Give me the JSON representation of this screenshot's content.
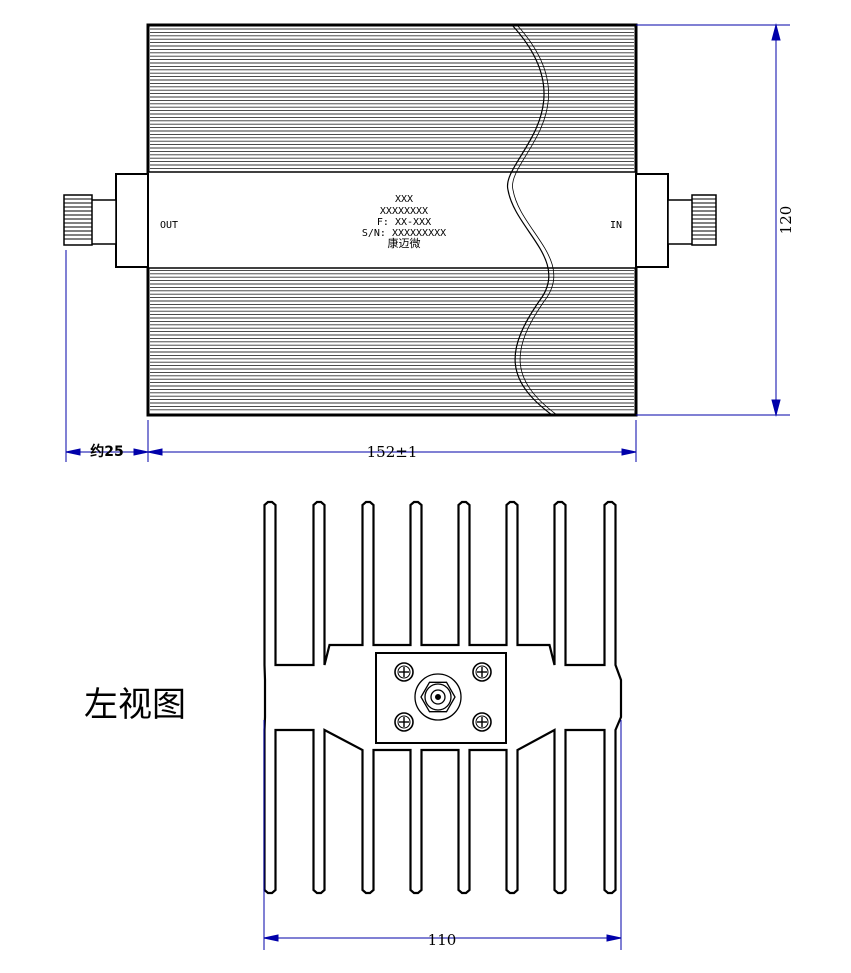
{
  "top_view": {
    "port_out_label": "OUT",
    "port_in_label": "IN",
    "nameplate": {
      "line1": "XXX",
      "line2": "XXXXXXXX",
      "line3": "F: XX-XXX",
      "line4": "S/N: XXXXXXXXX",
      "line5": "康迈微"
    },
    "dimensions": {
      "height": "120",
      "connector_length": "约25",
      "body_length": "152±1"
    }
  },
  "side_view": {
    "title": "左视图",
    "width_dimension": "110"
  },
  "colors": {
    "outline": "#000000",
    "dimension_line": "#0000aa",
    "fin_hatch": "#333333"
  }
}
